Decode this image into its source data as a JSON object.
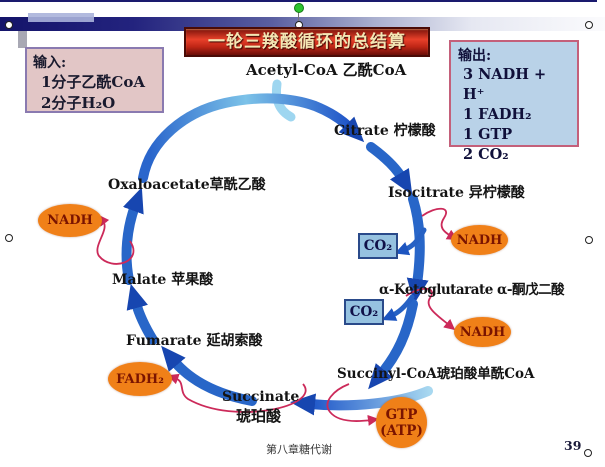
{
  "slide": {
    "title": "一轮三羧酸循环的总结算",
    "footer_chapter": "第八章糖代谢",
    "footer_page": "39"
  },
  "input_box": {
    "heading": "输入:",
    "lines": [
      "1分子乙酰CoA",
      "2分子H₂O"
    ]
  },
  "output_box": {
    "heading": "输出:",
    "lines": [
      "3 NADH + H⁺",
      "1 FADH₂",
      "1 GTP",
      "2 CO₂"
    ]
  },
  "labels": {
    "acetyl_coa": "Acetyl-CoA 乙酰CoA",
    "citrate": "Citrate  柠檬酸",
    "isocitrate": "Isocitrate 异柠檬酸",
    "alpha_ketoglutarate": "α-Ketoglutarate α-酮戊二酸",
    "succinyl_coa": "Succinyl-CoA琥珀酸单酰CoA",
    "succinate_en": "Succinate",
    "succinate_zh": "琥珀酸",
    "fumarate": "Fumarate 延胡索酸",
    "malate": "Malate 苹果酸",
    "oxaloacetate": "Oxaloacetate草酰乙酸"
  },
  "cofactors": {
    "nadh": "NADH",
    "fadh2": "FADH₂",
    "gtp": "GTP",
    "atp": "(ATP)",
    "co2": "CO₂"
  },
  "colors": {
    "cycle_blue": "#2866c8",
    "cycle_light_blue": "#9ed6f0",
    "arrowhead_blue": "#1746b0",
    "pink_arrow": "#cc2a5a",
    "cofactor_orange": "#f08018",
    "cofactor_text": "#7a1400",
    "co2_box_bg": "#96c2e0",
    "banner_red": "#c8281a",
    "banner_text": "#f4e6b4",
    "input_box_bg": "#e2c6c6",
    "input_box_border": "#8a7ab0",
    "output_box_bg": "#b9d2e8",
    "output_box_border": "#c4607a",
    "rotation_handle_green": "#2ec42e"
  }
}
